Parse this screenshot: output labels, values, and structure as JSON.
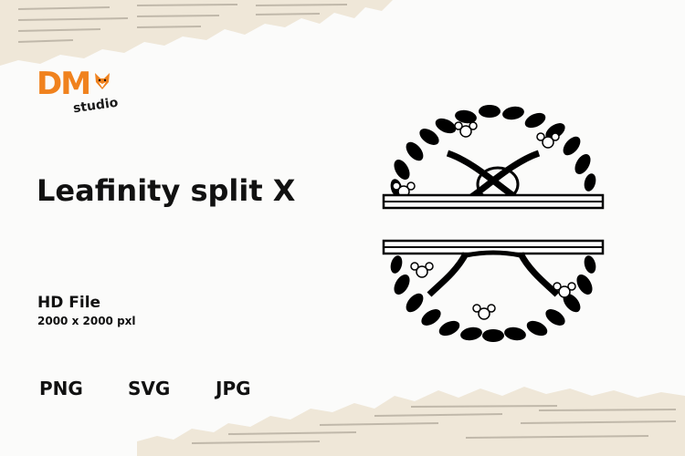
{
  "brand": {
    "logo_text": "DM",
    "logo_sub": "studio",
    "accent_color": "#f0821e"
  },
  "title": "Leafinity split X",
  "file": {
    "label": "HD File",
    "size": "2000 x 2000 pxl"
  },
  "formats": [
    "PNG",
    "SVG",
    "JPG"
  ],
  "decor": {
    "paper_color": "#efe7d8",
    "ink_color": "#000000",
    "icons": [
      "torn-paper-top",
      "torn-paper-bottom",
      "split-x-monogram-wreath"
    ]
  }
}
